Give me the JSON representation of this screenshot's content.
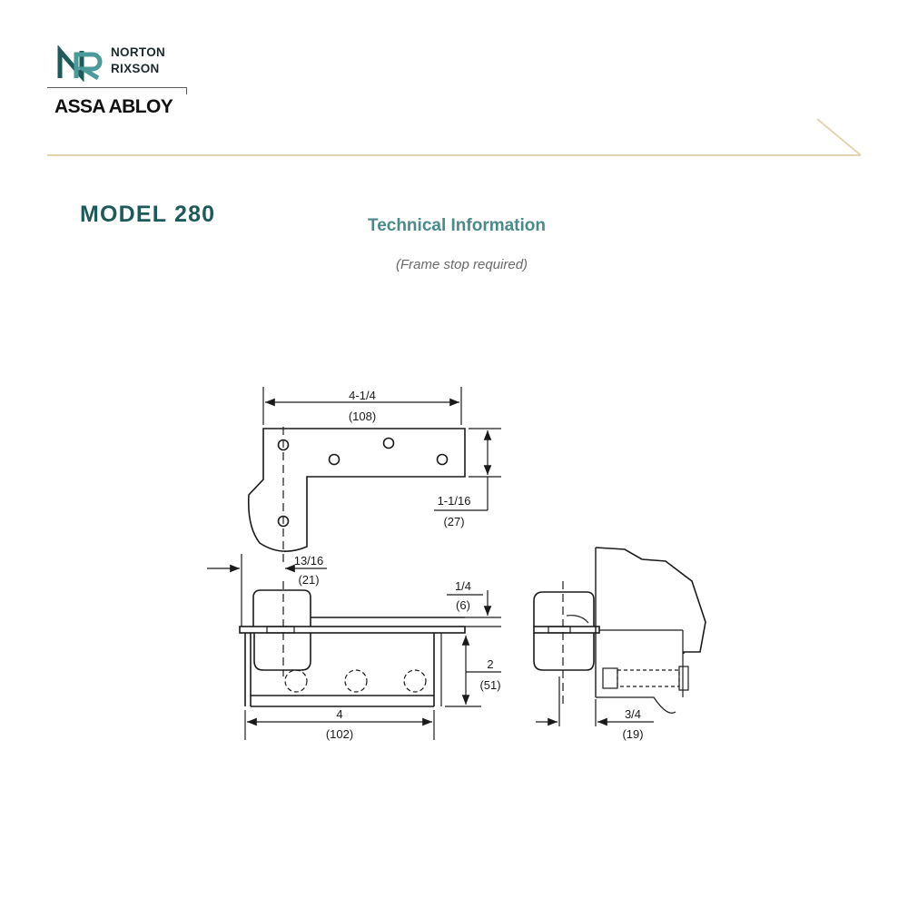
{
  "brand": {
    "logo_mark": "NR",
    "line1": "NORTON",
    "line2": "RIXSON",
    "parent": "ASSA ABLOY"
  },
  "colors": {
    "title": "#1e5a5a",
    "subtitle": "#4a8a8a",
    "accent_rule": "#e2d6b0",
    "ink": "#1a1a1a"
  },
  "page": {
    "model_title": "MODEL 280",
    "section_title": "Technical Information",
    "note": "(Frame stop required)"
  },
  "drawing": {
    "dimensions": {
      "top_width": "4-1/4",
      "top_width_mm": "(108)",
      "arm_depth": "1-1/16",
      "arm_depth_mm": "(27)",
      "pivot_offset": "13/16",
      "pivot_offset_mm": "(21)",
      "plate_thickness": "1/4",
      "plate_thickness_mm": "(6)",
      "body_depth": "2",
      "body_depth_mm": "(51)",
      "body_length": "4",
      "body_length_mm": "(102)",
      "frame_offset": "3/4",
      "frame_offset_mm": "(19)"
    }
  }
}
